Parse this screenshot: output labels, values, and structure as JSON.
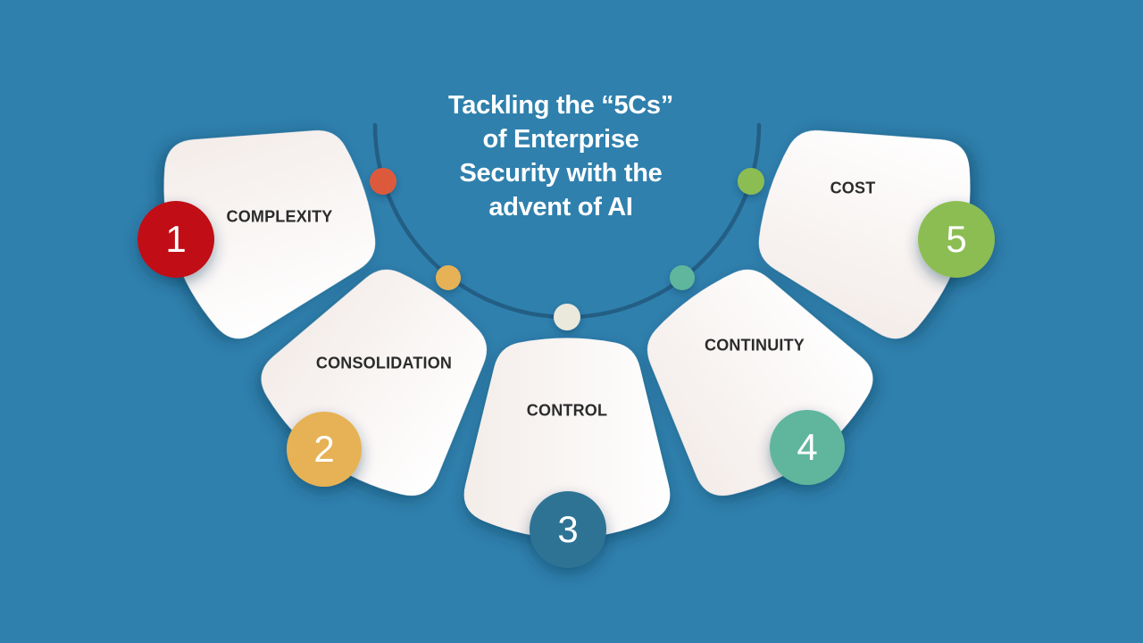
{
  "title": {
    "text": "Tackling the “5Cs”\nof Enterprise\nSecurity with the\nadvent of AI"
  },
  "colors": {
    "background": "#2f80ad",
    "arc": "#235e85",
    "petal_gradient_start": "#f3ece9",
    "petal_gradient_end": "#ffffff",
    "title_text": "#ffffff",
    "label_text": "#2b2b2b",
    "number_text": "#ffffff"
  },
  "items": [
    {
      "number": "1",
      "label": "COMPLEXITY",
      "circle_color": "#c00b15",
      "dot_color": "#dc5a3a"
    },
    {
      "number": "2",
      "label": "CONSOLIDATION",
      "circle_color": "#e6b254",
      "dot_color": "#e6b254"
    },
    {
      "number": "3",
      "label": "CONTROL",
      "circle_color": "#2d7394",
      "dot_color": "#ebe8dc"
    },
    {
      "number": "4",
      "label": "CONTINUITY",
      "circle_color": "#5eb69c",
      "dot_color": "#5eb69c"
    },
    {
      "number": "5",
      "label": "COST",
      "circle_color": "#8cbd52",
      "dot_color": "#8cbd52"
    }
  ]
}
